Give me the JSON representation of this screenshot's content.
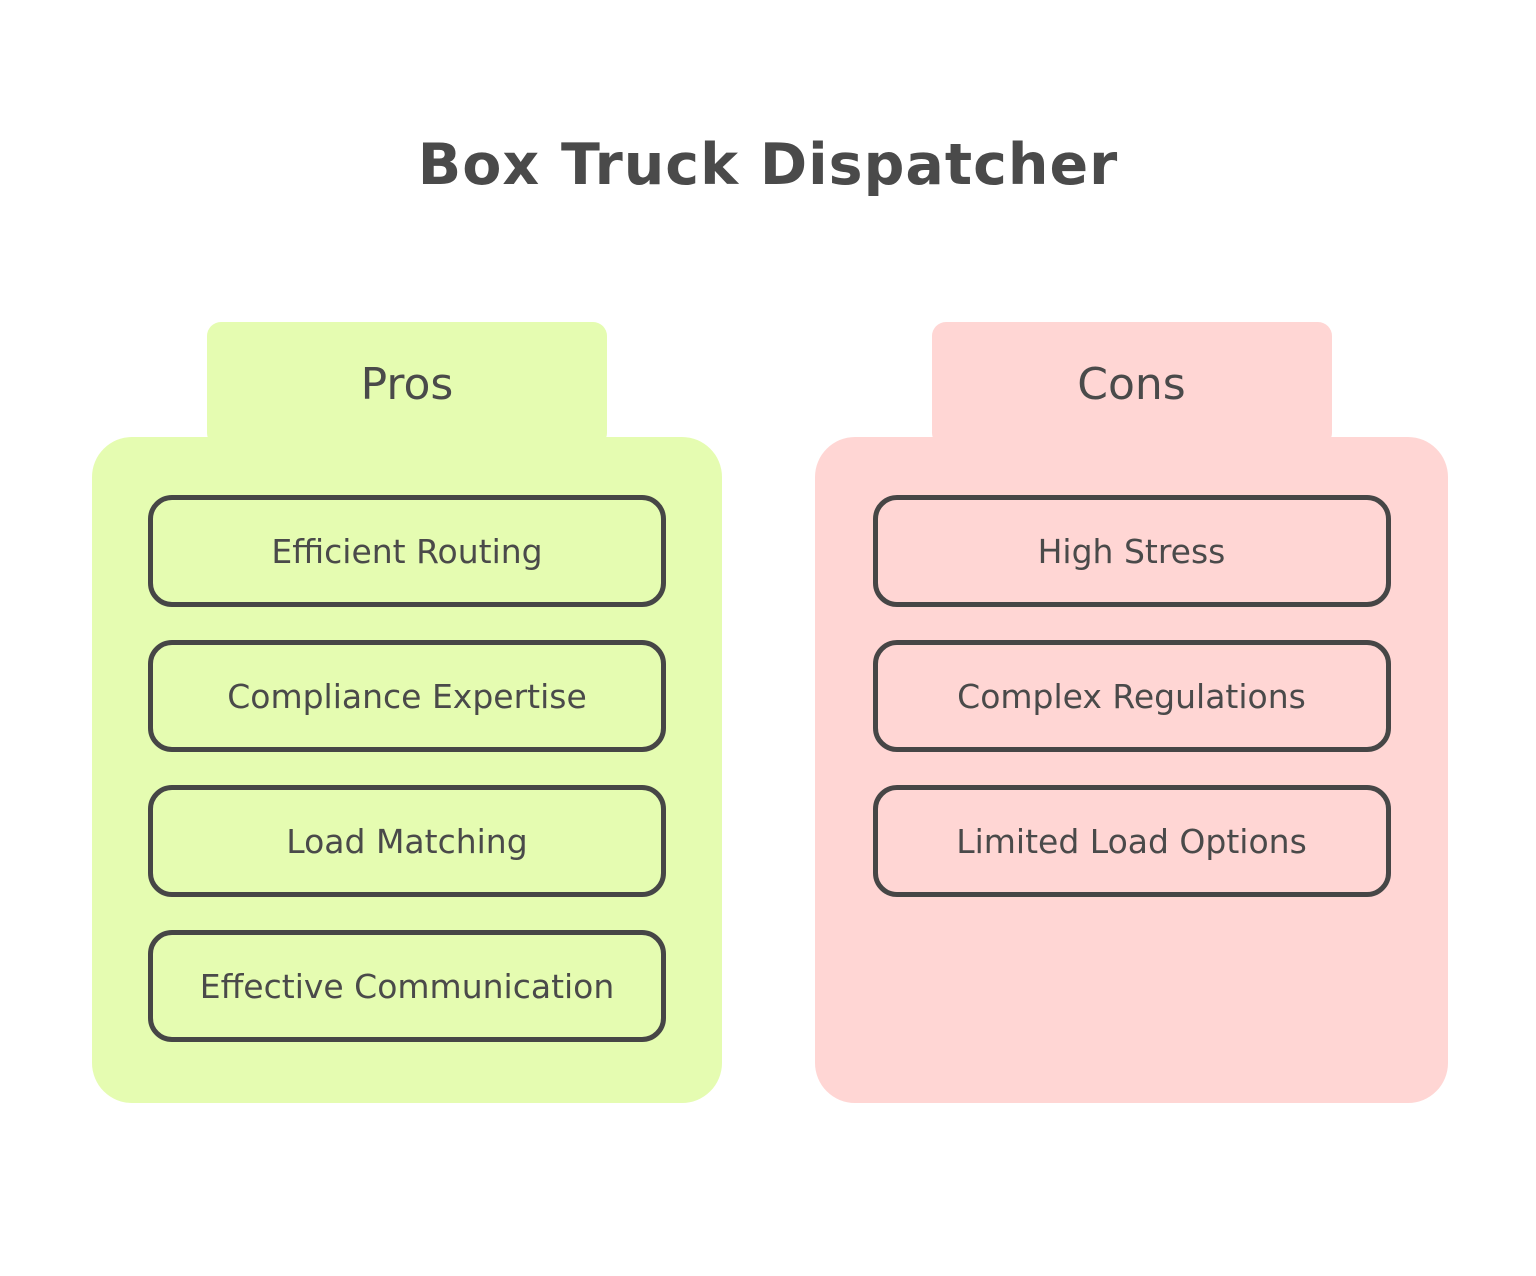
{
  "title": "Box Truck Dispatcher",
  "colors": {
    "pros_bg": "#e5fcb1",
    "cons_bg": "#ffd6d4",
    "border": "#464646",
    "text": "#4a4a4a",
    "background": "#ffffff"
  },
  "columns": [
    {
      "label": "Pros",
      "items": [
        "Efficient Routing",
        "Compliance Expertise",
        "Load Matching",
        "Effective Communication"
      ]
    },
    {
      "label": "Cons",
      "items": [
        "High Stress",
        "Complex Regulations",
        "Limited Load Options"
      ]
    }
  ]
}
